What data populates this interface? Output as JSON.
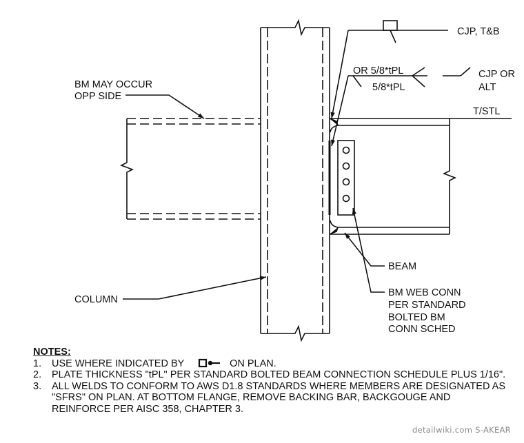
{
  "callouts": {
    "bm_may_occur": [
      "BM MAY OCCUR",
      "OPP SIDE"
    ],
    "cjp_tb": "CJP, T&B",
    "or_58_tpl": "OR 5/8*tPL",
    "tpl_58": "5/8*tPL",
    "cjp_or_alt": [
      "CJP OR",
      "ALT"
    ],
    "tstl": "T/STL",
    "beam": "BEAM",
    "bm_web_conn": [
      "BM WEB CONN",
      "PER STANDARD",
      "BOLTED BM",
      "CONN SCHED"
    ],
    "column": "COLUMN"
  },
  "notes": {
    "title": "NOTES:",
    "items": [
      {
        "num": "1.",
        "before_symbol": "USE WHERE INDICATED BY",
        "after_symbol": "ON PLAN.",
        "symbol": "moment-connection-symbol"
      },
      {
        "num": "2.",
        "text": "PLATE THICKNESS \"tPL\" PER STANDARD BOLTED BEAM CONNECTION SCHEDULE PLUS 1/16\"."
      },
      {
        "num": "3.",
        "text": "ALL WELDS TO CONFORM TO AWS D1.8 STANDARDS WHERE MEMBERS ARE DESIGNATED AS \"SFRS\" ON PLAN. AT BOTTOM FLANGE, REMOVE BACKING BAR, BACKGOUGE AND REINFORCE PER AISC 358, CHAPTER 3."
      }
    ]
  },
  "credit": "detailwiki.com  S-AKEAR",
  "colors": {
    "line": "#111111",
    "credit": "#8a8a8a",
    "background": "#ffffff"
  }
}
